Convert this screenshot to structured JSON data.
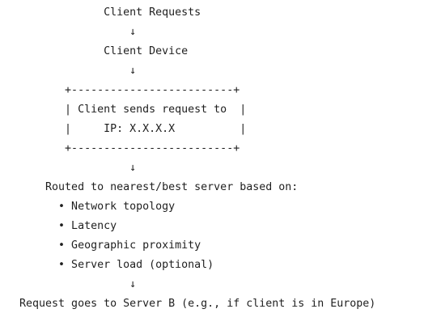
{
  "diagram": {
    "lines": [
      "                Client Requests",
      "                    ↓",
      "                Client Device",
      "                    ↓",
      "          +-------------------------+",
      "          | Client sends request to  |",
      "          |     IP: X.X.X.X          |",
      "          +-------------------------+",
      "                    ↓",
      "       Routed to nearest/best server based on:",
      "         • Network topology",
      "         • Latency",
      "         • Geographic proximity",
      "         • Server load (optional)",
      "                    ↓",
      "   Request goes to Server B (e.g., if client is in Europe)"
    ]
  }
}
